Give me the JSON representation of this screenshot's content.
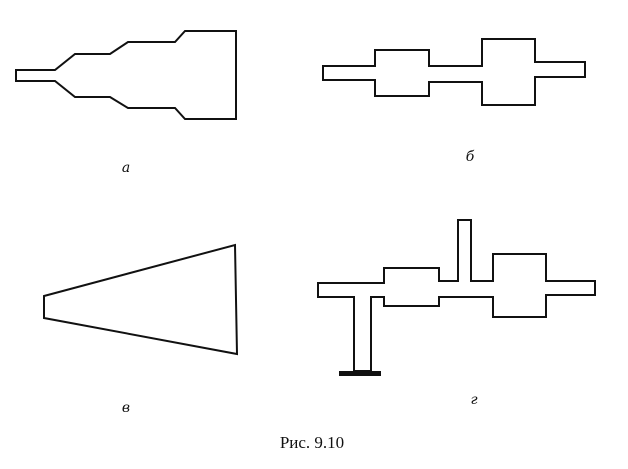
{
  "figure": {
    "labels": {
      "a": "а",
      "b": "б",
      "v": "в",
      "g": "г"
    },
    "caption": "Рис. 9.10"
  }
}
